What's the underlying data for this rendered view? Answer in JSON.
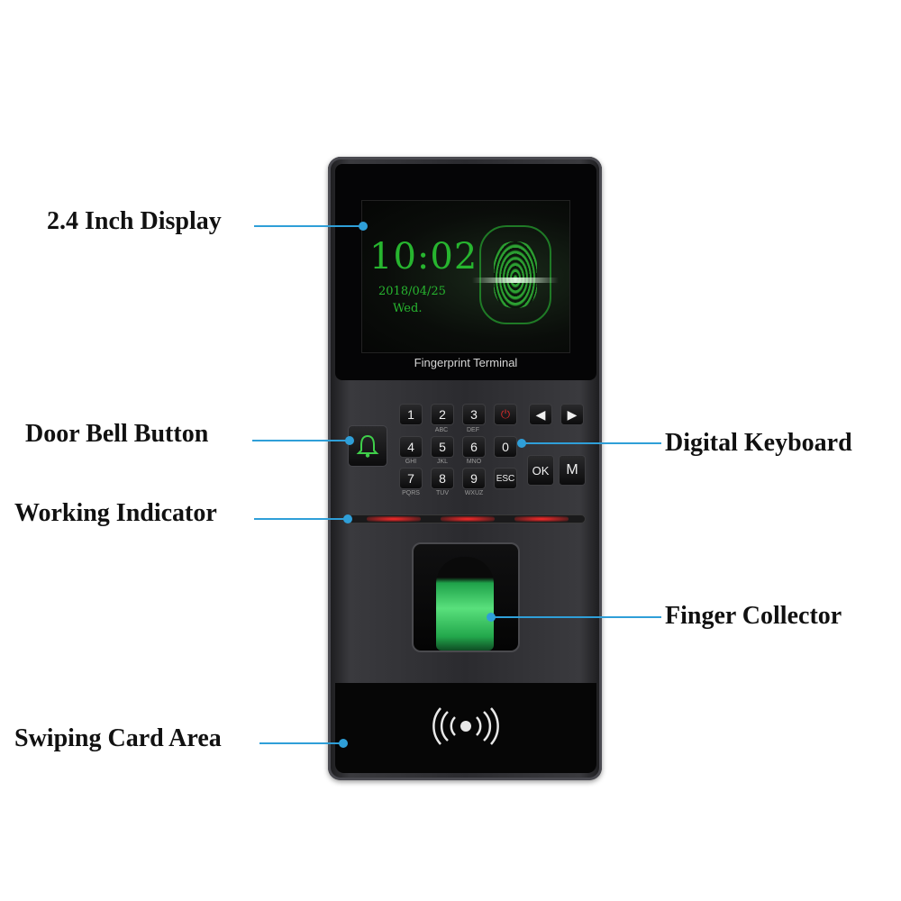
{
  "screen": {
    "time": "10:02",
    "date": "2018/04/25",
    "weekday": "Wed.",
    "brand": "Fingerprint Terminal"
  },
  "keypad": {
    "keys": [
      {
        "label": "1",
        "sub": ""
      },
      {
        "label": "2",
        "sub": "ABC"
      },
      {
        "label": "3",
        "sub": "DEF"
      },
      {
        "label": "4",
        "sub": "GHI"
      },
      {
        "label": "5",
        "sub": "JKL"
      },
      {
        "label": "6",
        "sub": "MNO"
      },
      {
        "label": "7",
        "sub": "PQRS"
      },
      {
        "label": "8",
        "sub": "TUV"
      },
      {
        "label": "9",
        "sub": "WXUZ"
      },
      {
        "label": "0",
        "sub": ""
      },
      {
        "label": "ESC",
        "sub": ""
      },
      {
        "label": "OK",
        "sub": ""
      },
      {
        "label": "M",
        "sub": ""
      },
      {
        "label": "◀",
        "sub": ""
      },
      {
        "label": "▶",
        "sub": ""
      },
      {
        "label": "⏻",
        "sub": ""
      }
    ]
  },
  "callouts": {
    "display": "2.4 Inch Display",
    "doorbell": "Door Bell Button",
    "indicator": "Working Indicator",
    "card": "Swiping Card Area",
    "keyboard": "Digital Keyboard",
    "finger": "Finger Collector"
  },
  "colors": {
    "callout_line": "#2f9fd8",
    "screen_text": "#27b52f",
    "indicator_led": "#ff2a2a",
    "sensor_glow": "#59e07c"
  },
  "icons": {
    "doorbell": "bell-icon",
    "card": "rfid-wave-icon",
    "power": "power-icon"
  }
}
